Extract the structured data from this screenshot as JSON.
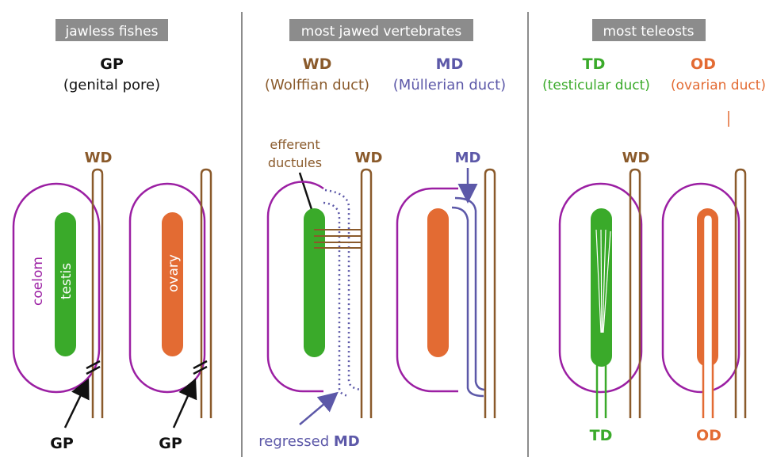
{
  "colors": {
    "purple": "#9b1fa3",
    "brown": "#8a5a2b",
    "green": "#3aaa2a",
    "orange": "#e36b33",
    "blue": "#5c58a8",
    "header_bg": "#8c8c8c",
    "divider": "#666666"
  },
  "panels": [
    {
      "header": "jawless fishes",
      "labels": [
        "GP",
        "(genital pore)"
      ],
      "duct_label": "WD",
      "organ_labels": [
        "testis",
        "ovary"
      ],
      "coelom_label": "coelom",
      "bottom_labels": [
        "GP",
        "GP"
      ]
    },
    {
      "header": "most jawed vertebrates",
      "label_left": [
        "WD",
        "(Wolffian duct)"
      ],
      "label_right": [
        "MD",
        "(Müllerian duct)"
      ],
      "efferent_label": [
        "efferent",
        "ductules"
      ],
      "duct_labels": [
        "WD",
        "MD"
      ],
      "bottom_label_prefix": "regressed",
      "bottom_label_suffix": "MD"
    },
    {
      "header": "most teleosts",
      "label_left": [
        "TD",
        "(testicular duct)"
      ],
      "label_right": [
        "OD",
        "(ovarian duct)"
      ],
      "duct_label": "WD",
      "bottom_labels": [
        "TD",
        "OD"
      ]
    }
  ]
}
